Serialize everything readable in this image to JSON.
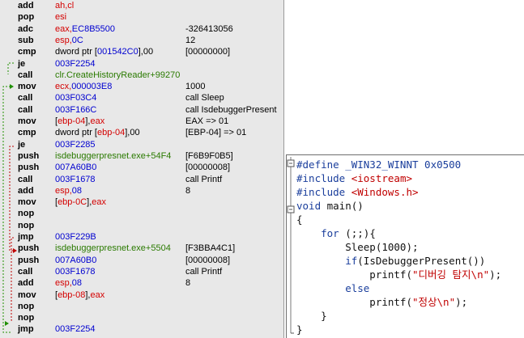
{
  "disasm": {
    "rows": [
      {
        "mn": "add",
        "op": [
          {
            "t": "ah,cl",
            "c": "red"
          }
        ],
        "cm": ""
      },
      {
        "mn": "pop",
        "op": [
          {
            "t": "esi",
            "c": "red"
          }
        ],
        "cm": ""
      },
      {
        "mn": "adc",
        "op": [
          {
            "t": "eax,",
            "c": "red"
          },
          {
            "t": "EC8B5500",
            "c": "blue"
          }
        ],
        "cm": "-326413056"
      },
      {
        "mn": "sub",
        "op": [
          {
            "t": "esp,",
            "c": "red"
          },
          {
            "t": "0C",
            "c": "blue"
          }
        ],
        "cm": "12"
      },
      {
        "mn": "cmp",
        "op": [
          {
            "t": "dword ptr [",
            "c": "black"
          },
          {
            "t": "001542C0",
            "c": "blue"
          },
          {
            "t": "],00",
            "c": "black"
          }
        ],
        "cm": "[00000000]"
      },
      {
        "mn": "je",
        "op": [
          {
            "t": "003F2254",
            "c": "blue"
          }
        ],
        "cm": ""
      },
      {
        "mn": "call",
        "op": [
          {
            "t": "clr.CreateHistoryReader+99270",
            "c": "green"
          }
        ],
        "cm": ""
      },
      {
        "mn": "mov",
        "op": [
          {
            "t": "ecx,",
            "c": "red"
          },
          {
            "t": "000003E8",
            "c": "blue"
          }
        ],
        "cm": "1000"
      },
      {
        "mn": "call",
        "op": [
          {
            "t": "003F03C4",
            "c": "blue"
          }
        ],
        "cm": "call Sleep"
      },
      {
        "mn": "call",
        "op": [
          {
            "t": "003F166C",
            "c": "blue"
          }
        ],
        "cm": "call IsdebuggerPresent"
      },
      {
        "mn": "mov",
        "op": [
          {
            "t": "[",
            "c": "black"
          },
          {
            "t": "ebp-04",
            "c": "red"
          },
          {
            "t": "],",
            "c": "black"
          },
          {
            "t": "eax",
            "c": "red"
          }
        ],
        "cm": "EAX => 01"
      },
      {
        "mn": "cmp",
        "op": [
          {
            "t": "dword ptr [",
            "c": "black"
          },
          {
            "t": "ebp-04",
            "c": "red"
          },
          {
            "t": "],00",
            "c": "black"
          }
        ],
        "cm": "[EBP-04] => 01"
      },
      {
        "mn": "je",
        "op": [
          {
            "t": "003F2285",
            "c": "blue"
          }
        ],
        "cm": ""
      },
      {
        "mn": "push",
        "op": [
          {
            "t": "isdebuggerpresnet.exe+54F4",
            "c": "green"
          }
        ],
        "cm": "[F6B9F0B5]"
      },
      {
        "mn": "push",
        "op": [
          {
            "t": "007A60B0",
            "c": "blue"
          }
        ],
        "cm": "[00000008]"
      },
      {
        "mn": "call",
        "op": [
          {
            "t": "003F1678",
            "c": "blue"
          }
        ],
        "cm": "call Printf"
      },
      {
        "mn": "add",
        "op": [
          {
            "t": "esp,",
            "c": "red"
          },
          {
            "t": "08",
            "c": "blue"
          }
        ],
        "cm": "8"
      },
      {
        "mn": "mov",
        "op": [
          {
            "t": "[",
            "c": "black"
          },
          {
            "t": "ebp-0C",
            "c": "red"
          },
          {
            "t": "],",
            "c": "black"
          },
          {
            "t": "eax",
            "c": "red"
          }
        ],
        "cm": ""
      },
      {
        "mn": "nop",
        "op": [],
        "cm": ""
      },
      {
        "mn": "nop",
        "op": [],
        "cm": ""
      },
      {
        "mn": "jmp",
        "op": [
          {
            "t": "003F229B",
            "c": "blue"
          }
        ],
        "cm": ""
      },
      {
        "mn": "push",
        "op": [
          {
            "t": "isdebuggerpresnet.exe+5504",
            "c": "green"
          }
        ],
        "cm": "[F3BBA4C1]"
      },
      {
        "mn": "push",
        "op": [
          {
            "t": "007A60B0",
            "c": "blue"
          }
        ],
        "cm": "[00000008]"
      },
      {
        "mn": "call",
        "op": [
          {
            "t": "003F1678",
            "c": "blue"
          }
        ],
        "cm": "call Printf"
      },
      {
        "mn": "add",
        "op": [
          {
            "t": "esp,",
            "c": "red"
          },
          {
            "t": "08",
            "c": "blue"
          }
        ],
        "cm": "8"
      },
      {
        "mn": "mov",
        "op": [
          {
            "t": "[",
            "c": "black"
          },
          {
            "t": "ebp-08",
            "c": "red"
          },
          {
            "t": "],",
            "c": "black"
          },
          {
            "t": "eax",
            "c": "red"
          }
        ],
        "cm": ""
      },
      {
        "mn": "nop",
        "op": [],
        "cm": ""
      },
      {
        "mn": "nop",
        "op": [],
        "cm": ""
      },
      {
        "mn": "jmp",
        "op": [
          {
            "t": "003F2254",
            "c": "blue"
          }
        ],
        "cm": ""
      }
    ],
    "colors": {
      "red": "#d40000",
      "blue": "#0000d0",
      "green": "#2a7a00",
      "black": "#000000",
      "arrow_green": "#1f8f00",
      "arrow_red": "#c00000"
    }
  },
  "source": {
    "lines": [
      [
        {
          "t": "#define _WIN32_WINNT 0x0500",
          "k": "pp"
        }
      ],
      [
        {
          "t": "#include ",
          "k": "pp"
        },
        {
          "t": "<iostream>",
          "k": "str"
        }
      ],
      [
        {
          "t": "#include ",
          "k": "pp"
        },
        {
          "t": "<Windows.h>",
          "k": "str"
        }
      ],
      [
        {
          "t": "void",
          "k": "kw"
        },
        {
          "t": " main()",
          "k": "plain"
        }
      ],
      [
        {
          "t": "{",
          "k": "plain"
        }
      ],
      [
        {
          "t": "    ",
          "k": "plain"
        },
        {
          "t": "for",
          "k": "kw"
        },
        {
          "t": " (;;){",
          "k": "plain"
        }
      ],
      [
        {
          "t": "        Sleep(1000);",
          "k": "plain"
        }
      ],
      [
        {
          "t": "        ",
          "k": "plain"
        },
        {
          "t": "if",
          "k": "kw"
        },
        {
          "t": "(IsDebuggerPresent())",
          "k": "plain"
        }
      ],
      [
        {
          "t": "            printf(",
          "k": "plain"
        },
        {
          "t": "\"디버깅 탐지\\n\"",
          "k": "str"
        },
        {
          "t": ");",
          "k": "plain"
        }
      ],
      [
        {
          "t": "        ",
          "k": "plain"
        },
        {
          "t": "else",
          "k": "kw"
        }
      ],
      [
        {
          "t": "            printf(",
          "k": "plain"
        },
        {
          "t": "\"정상\\n\"",
          "k": "str"
        },
        {
          "t": ");",
          "k": "plain"
        }
      ],
      [
        {
          "t": "    }",
          "k": "plain"
        }
      ],
      [
        {
          "t": "}",
          "k": "plain"
        }
      ]
    ]
  }
}
